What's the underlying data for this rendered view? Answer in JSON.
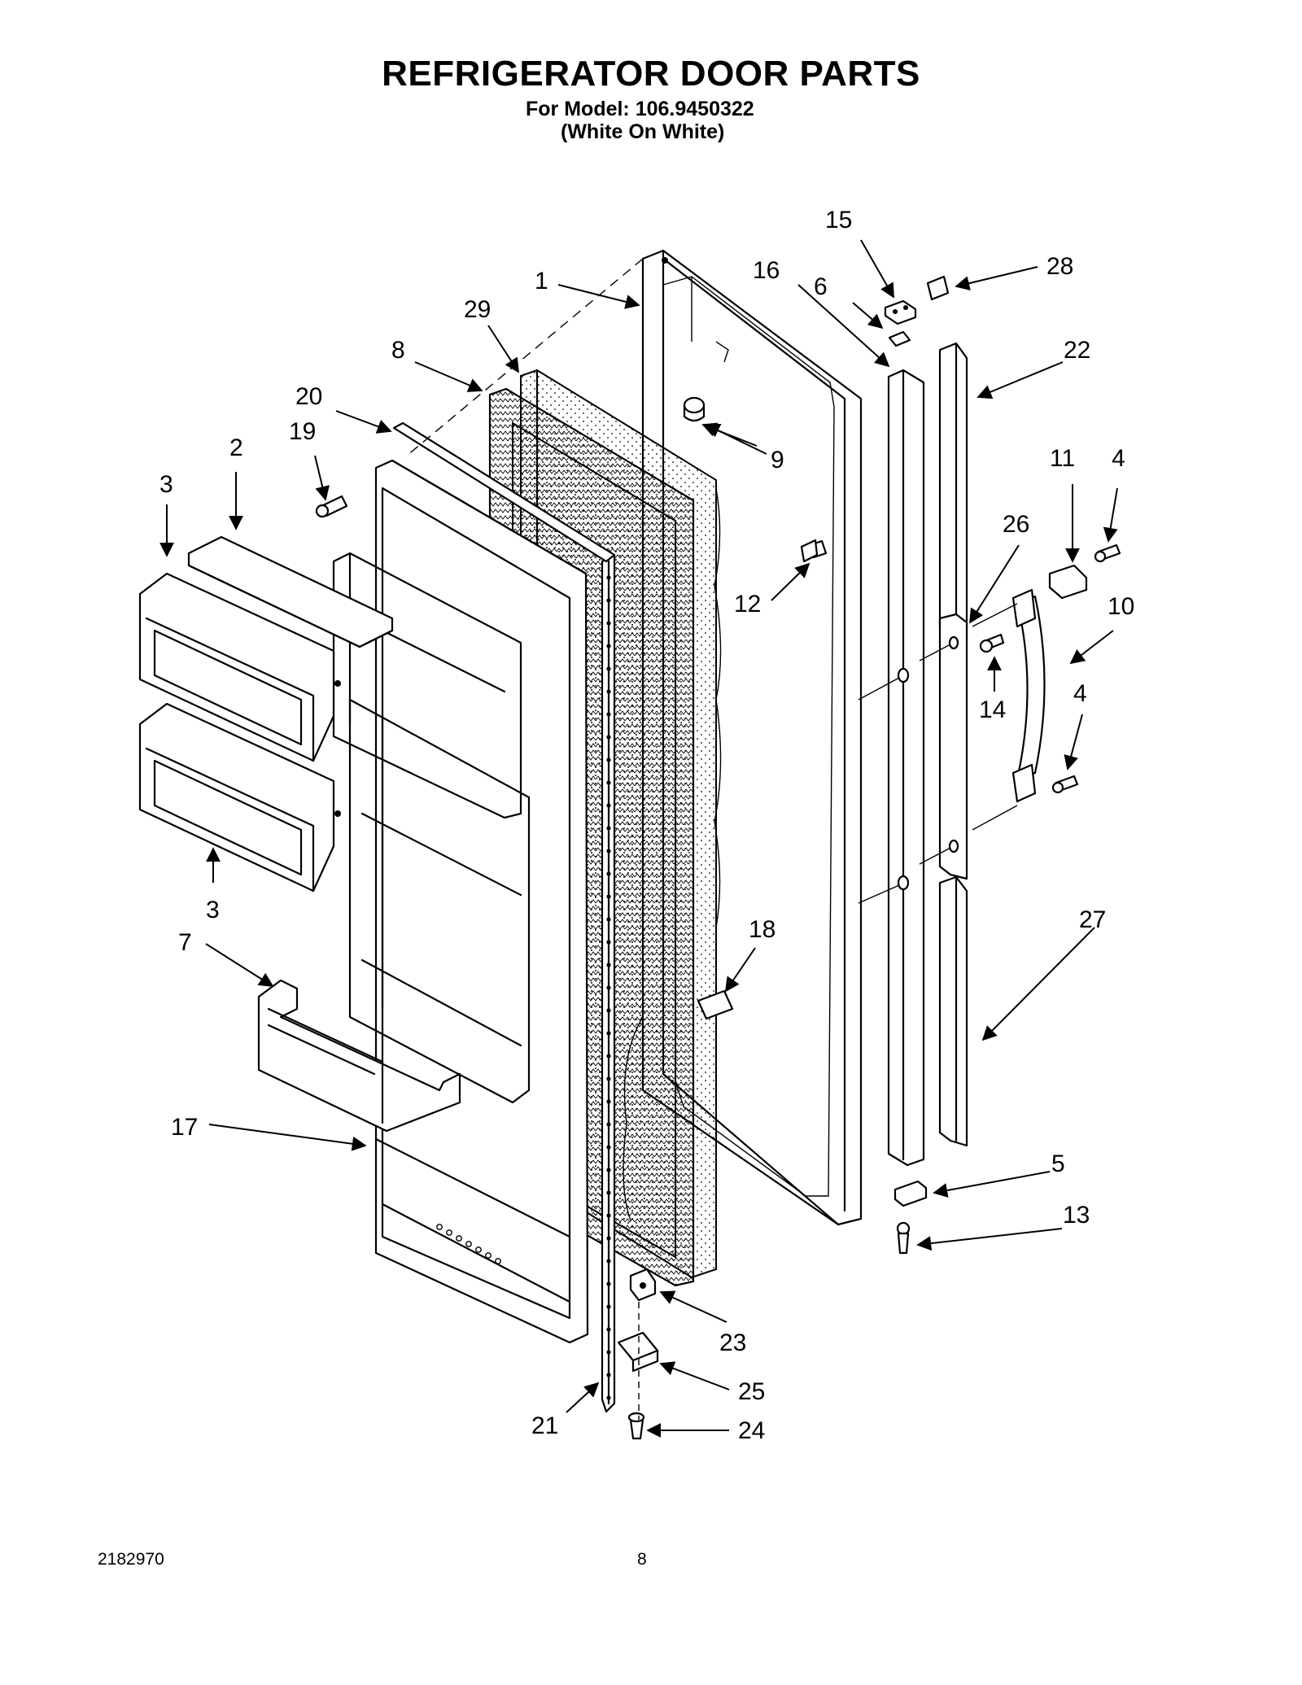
{
  "header": {
    "title": "REFRIGERATOR DOOR PARTS",
    "model_line": "For Model: 106.9450322",
    "color_line": "(White On White)"
  },
  "footer": {
    "document_number": "2182970",
    "page_number": "8"
  },
  "callouts": [
    {
      "id": "c1",
      "label": "1"
    },
    {
      "id": "c2",
      "label": "2"
    },
    {
      "id": "c3a",
      "label": "3"
    },
    {
      "id": "c3b",
      "label": "3"
    },
    {
      "id": "c4a",
      "label": "4"
    },
    {
      "id": "c4b",
      "label": "4"
    },
    {
      "id": "c5",
      "label": "5"
    },
    {
      "id": "c6",
      "label": "6"
    },
    {
      "id": "c7",
      "label": "7"
    },
    {
      "id": "c8",
      "label": "8"
    },
    {
      "id": "c9",
      "label": "9"
    },
    {
      "id": "c10",
      "label": "10"
    },
    {
      "id": "c11",
      "label": "11"
    },
    {
      "id": "c12",
      "label": "12"
    },
    {
      "id": "c13",
      "label": "13"
    },
    {
      "id": "c14",
      "label": "14"
    },
    {
      "id": "c15",
      "label": "15"
    },
    {
      "id": "c16",
      "label": "16"
    },
    {
      "id": "c17",
      "label": "17"
    },
    {
      "id": "c18",
      "label": "18"
    },
    {
      "id": "c19",
      "label": "19"
    },
    {
      "id": "c20",
      "label": "20"
    },
    {
      "id": "c21",
      "label": "21"
    },
    {
      "id": "c22",
      "label": "22"
    },
    {
      "id": "c23",
      "label": "23"
    },
    {
      "id": "c24",
      "label": "24"
    },
    {
      "id": "c25",
      "label": "25"
    },
    {
      "id": "c26",
      "label": "26"
    },
    {
      "id": "c27",
      "label": "27"
    },
    {
      "id": "c28",
      "label": "28"
    },
    {
      "id": "c29",
      "label": "29"
    }
  ]
}
